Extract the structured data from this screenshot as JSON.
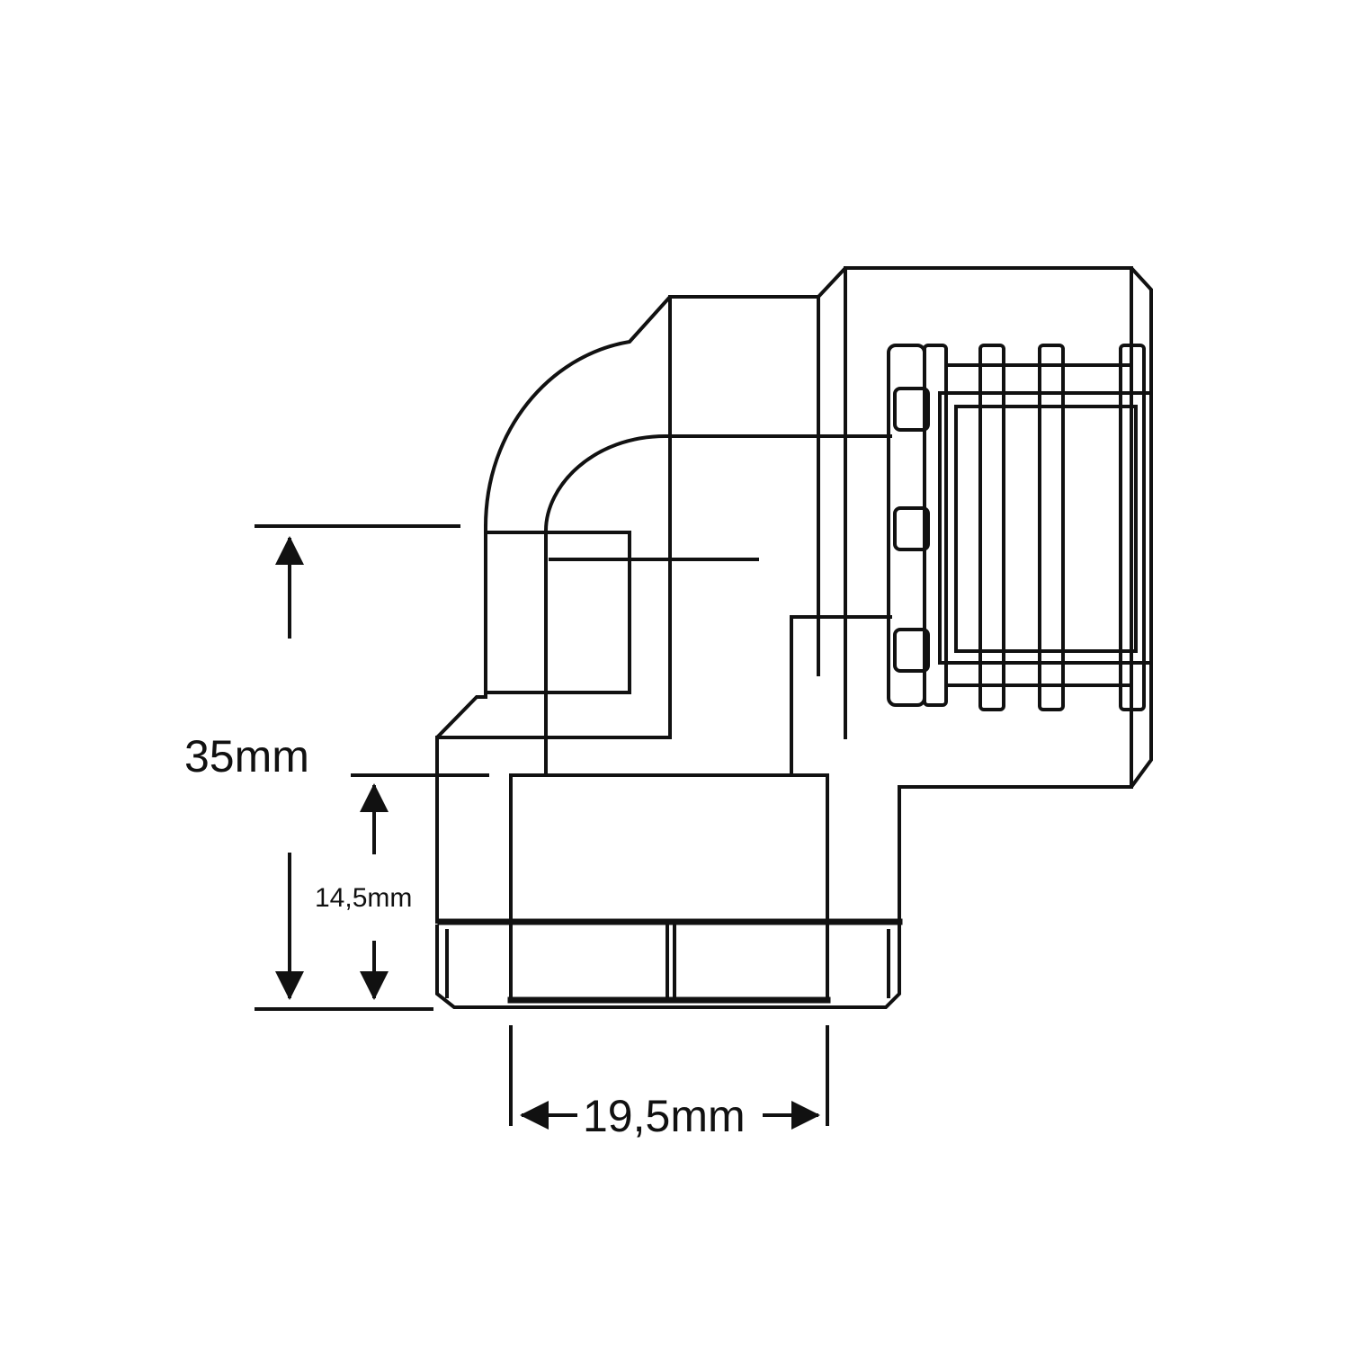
{
  "dimensions": {
    "height_total": "35mm",
    "height_thread": "14,5mm",
    "width_thread": "19,5mm"
  },
  "colors": {
    "line": "#111111",
    "background": "#ffffff"
  }
}
